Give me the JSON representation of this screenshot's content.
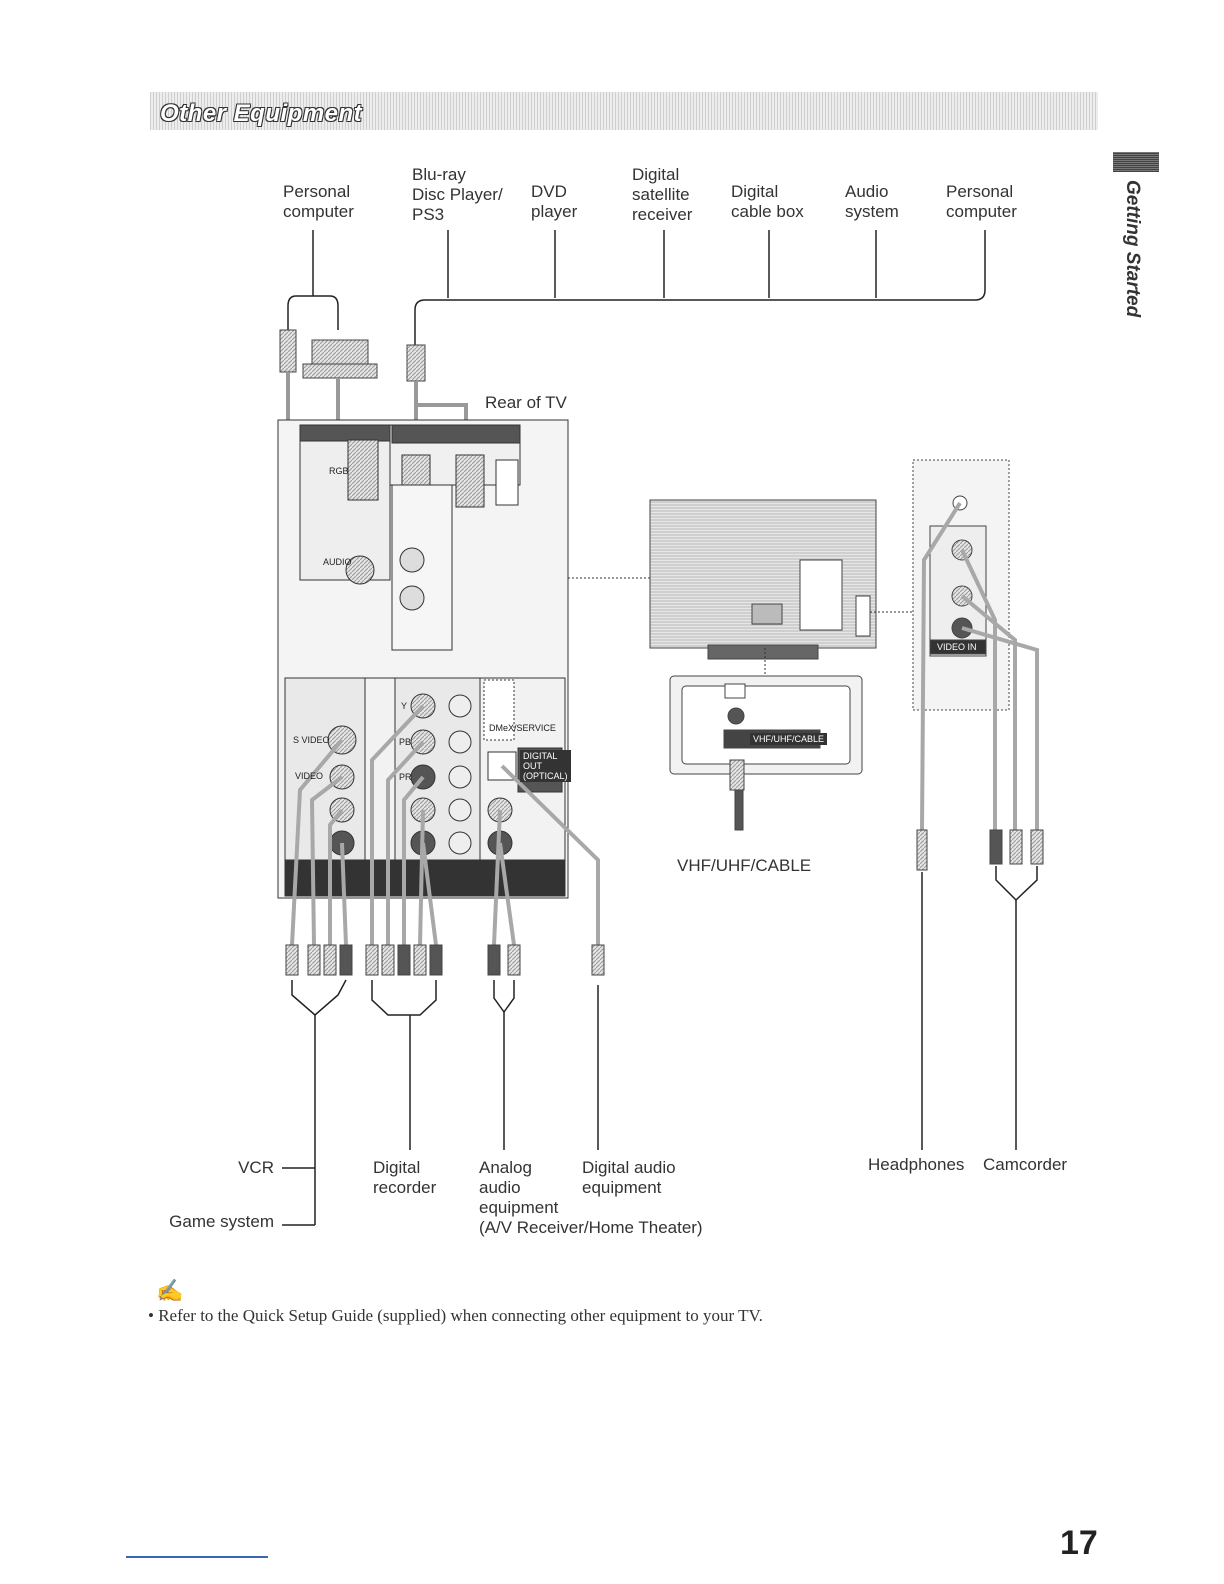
{
  "header": {
    "title": "Other Equipment",
    "side_tab": "Getting Started"
  },
  "top_labels": {
    "pc_left": "Personal\ncomputer",
    "bluray": "Blu-ray\nDisc Player/\nPS3",
    "dvd": "DVD\nplayer",
    "satellite": "Digital\nsatellite\nreceiver",
    "cable_box": "Digital\ncable box",
    "audio_system": "Audio\nsystem",
    "pc_right": "Personal\ncomputer"
  },
  "rear_of_tv": "Rear of TV",
  "vhf_label": "VHF/UHF/CABLE",
  "panel_text": {
    "rgb": "RGB",
    "audio": "AUDIO",
    "svideo": "S VIDEO",
    "video": "VIDEO",
    "y": "Y",
    "pb": "PB",
    "pr": "PR",
    "digital_out": "DIGITAL\nOUT\n(OPTICAL)",
    "dmex": "DMeX/SERVICE",
    "vhf_uhf": "VHF/UHF/CABLE",
    "video_in": "VIDEO IN"
  },
  "bottom_labels": {
    "vcr": "VCR",
    "game_system": "Game system",
    "digital_recorder": "Digital\nrecorder",
    "analog_audio": "Analog\naudio\nequipment\n(A/V Receiver/Home Theater)",
    "digital_audio": "Digital audio\nequipment",
    "headphones": "Headphones",
    "camcorder": "Camcorder"
  },
  "note": {
    "icon": "note-pencil-icon",
    "text": "• Refer to the Quick Setup Guide (supplied) when connecting other equipment to your TV."
  },
  "page_number": "17"
}
